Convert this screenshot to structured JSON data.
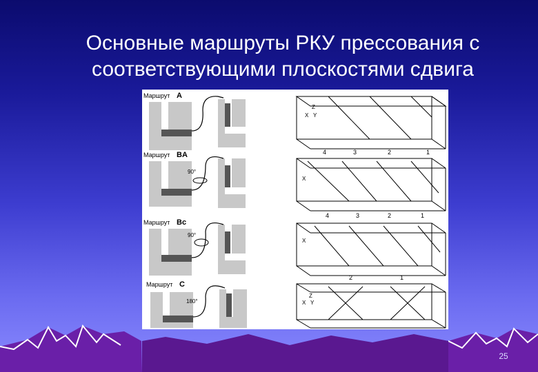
{
  "slide": {
    "title_line1": "Основные маршруты РКУ прессования с",
    "title_line2": "соответствующими плоскостями сдвига",
    "page_number": "25"
  },
  "figure": {
    "routes": [
      {
        "label": "Маршрут",
        "suffix": "A",
        "angle": ""
      },
      {
        "label": "Маршрут",
        "suffix": "BA",
        "angle": "90°"
      },
      {
        "label": "Маршрут",
        "suffix": "Bc",
        "angle": "90°"
      },
      {
        "label": "Маршрут",
        "suffix": "C",
        "angle": "180°"
      }
    ],
    "axis_labels": {
      "z": "Z",
      "x": "X",
      "y": "Y"
    },
    "pass_numbers_4": [
      "4",
      "3",
      "2",
      "1"
    ],
    "pass_numbers_2": [
      "2",
      "1"
    ]
  },
  "colors": {
    "background_top": "#0b0b6e",
    "background_bottom": "#8a8aff",
    "mountain": "#6a1fa8",
    "title_text": "#ffffff"
  }
}
